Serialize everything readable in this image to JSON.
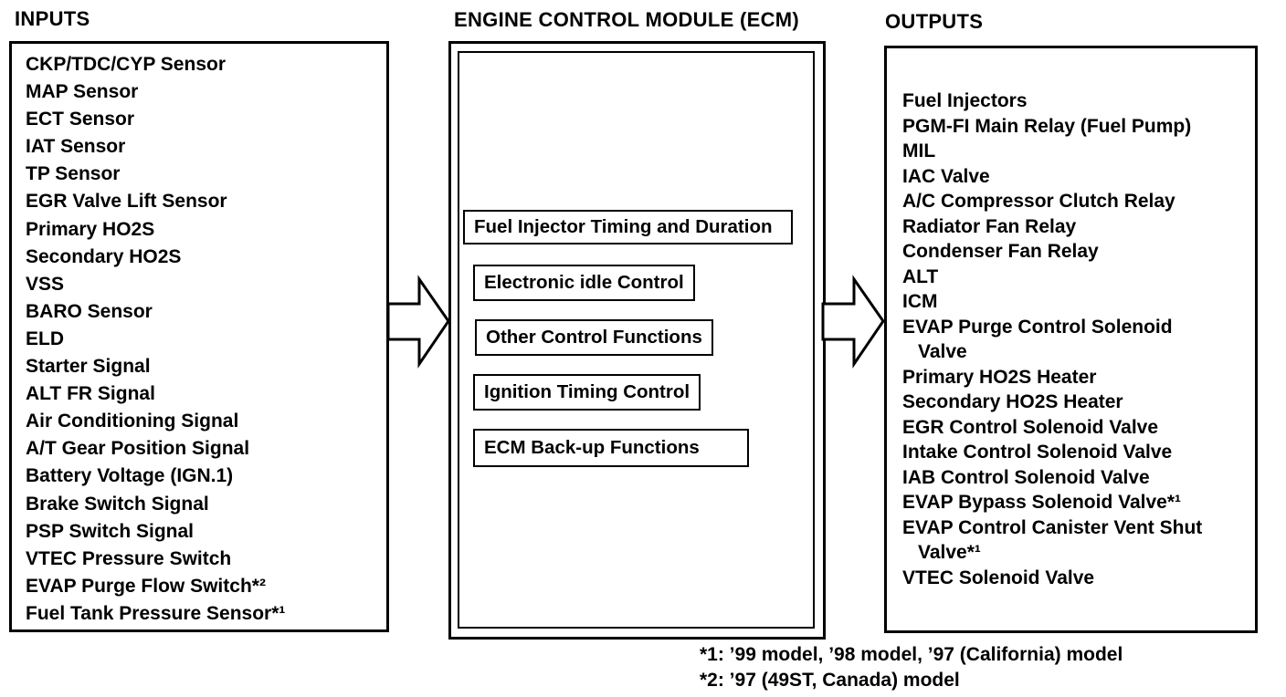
{
  "colors": {
    "ink": "#000000",
    "paper": "#ffffff"
  },
  "inputs": {
    "title": "INPUTS",
    "items": [
      "CKP/TDC/CYP Sensor",
      "MAP Sensor",
      "ECT Sensor",
      "IAT Sensor",
      "TP Sensor",
      "EGR Valve Lift Sensor",
      "Primary HO2S",
      "Secondary HO2S",
      "VSS",
      "BARO Sensor",
      "ELD",
      "Starter Signal",
      "ALT FR Signal",
      "Air Conditioning Signal",
      "A/T Gear Position Signal",
      "Battery Voltage (IGN.1)",
      "Brake Switch Signal",
      "PSP Switch Signal",
      "VTEC Pressure Switch",
      "EVAP Purge Flow Switch*²",
      "Fuel Tank Pressure Sensor*¹"
    ]
  },
  "ecm": {
    "title": "ENGINE CONTROL MODULE (ECM)",
    "functions": [
      "Fuel Injector Timing and Duration",
      "Electronic idle Control",
      "Other Control Functions",
      "Ignition Timing Control",
      "ECM Back-up Functions"
    ]
  },
  "outputs": {
    "title": "OUTPUTS",
    "lines": [
      "Fuel Injectors",
      "PGM-FI Main Relay (Fuel Pump)",
      "MIL",
      "IAC Valve",
      "A/C Compressor Clutch Relay",
      "Radiator Fan Relay",
      "Condenser Fan Relay",
      "ALT",
      "ICM",
      "EVAP Purge Control Solenoid",
      {
        "text": "Valve",
        "indent": true
      },
      "Primary HO2S Heater",
      "Secondary HO2S Heater",
      "EGR Control Solenoid Valve",
      "Intake Control Solenoid Valve",
      "IAB Control Solenoid Valve",
      "EVAP Bypass Solenoid Valve*¹",
      "EVAP Control Canister Vent Shut",
      {
        "text": "Valve*¹",
        "indent": true
      },
      "VTEC Solenoid Valve"
    ]
  },
  "footnotes": [
    "*1: ’99 model, ’98 model, ’97 (California) model",
    "*2: ’97 (49ST, Canada) model"
  ],
  "arrows": {
    "left": "block-arrow-right",
    "right": "block-arrow-right"
  }
}
